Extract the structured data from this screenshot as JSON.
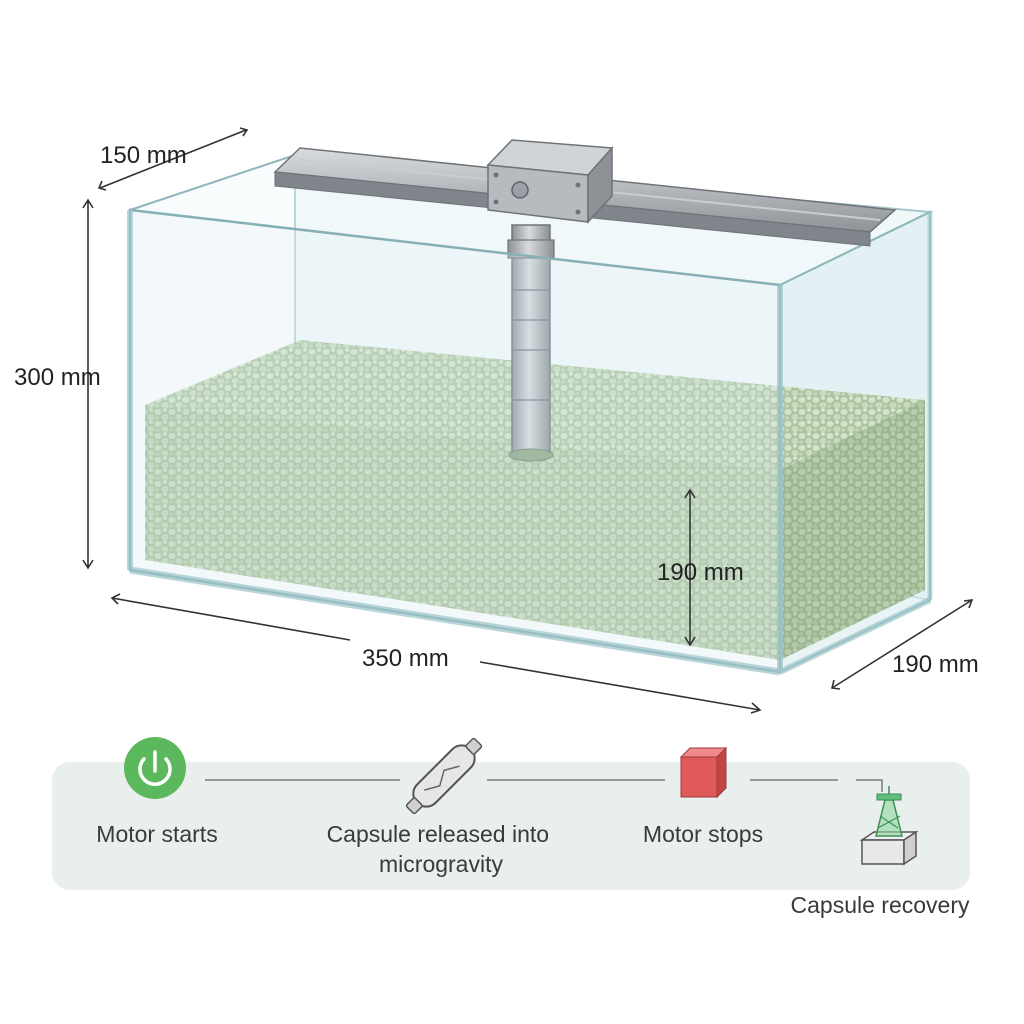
{
  "dimensions": {
    "top_depth": "150 mm",
    "height": "300 mm",
    "fill_height": "190 mm",
    "length": "350 mm",
    "width": "190 mm"
  },
  "process": {
    "steps": [
      {
        "label_lines": [
          "Motor starts"
        ],
        "icon": "power-icon",
        "color": "#5cb85c"
      },
      {
        "label_lines": [
          "Capsule released into",
          "microgravity"
        ],
        "icon": "capsule-icon",
        "color": "#888888"
      },
      {
        "label_lines": [
          "Motor stops"
        ],
        "icon": "stop-block-icon",
        "color": "#e05a5a"
      },
      {
        "label_lines": [
          "Capsule recovery"
        ],
        "icon": "recovery-container-icon",
        "color": "#5fbf7a"
      }
    ]
  },
  "colors": {
    "glass": "#cfe6ea",
    "granules": "#b9cfae",
    "metal": "#a9adb1",
    "panel": "#e8efed"
  }
}
